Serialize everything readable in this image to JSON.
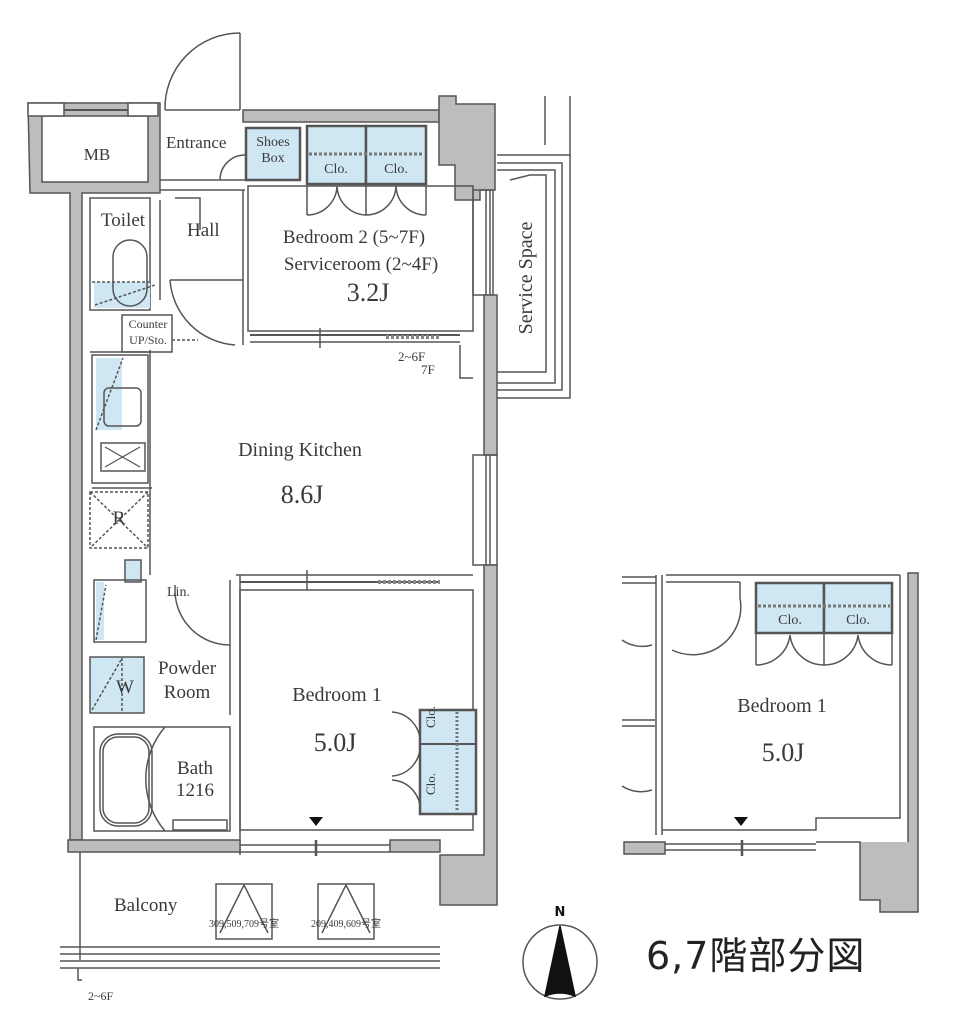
{
  "plan": {
    "title": "6,7階部分図",
    "compass_label": "N",
    "colors": {
      "wall_fill": "#bdbdbd",
      "line": "#555555",
      "storage_fill": "#cfe6f3",
      "background": "#ffffff"
    }
  },
  "rooms": {
    "mb": "MB",
    "entrance": "Entrance",
    "shoes_box_line1": "Shoes",
    "shoes_box_line2": "Box",
    "closet": "Clo.",
    "toilet": "Toilet",
    "hall": "Hall",
    "bedroom2_line1": "Bedroom 2 (5~7F)",
    "bedroom2_line2": "Serviceroom (2~4F)",
    "bedroom2_size": "3.2J",
    "service_space": "Service Space",
    "counter_line1": "Counter",
    "counter_line2": "UP/Sto.",
    "floor_note_2_6": "2~6F",
    "floor_note_7": "7F",
    "dining_kitchen": "Dining Kitchen",
    "dining_kitchen_size": "8.6J",
    "refrigerator": "R",
    "linen": "Lin.",
    "washer": "W",
    "powder_room_line1": "Powder",
    "powder_room_line2": "Room",
    "bath_line1": "Bath",
    "bath_line2": "1216",
    "bedroom1": "Bedroom 1",
    "bedroom1_size": "5.0J",
    "balcony": "Balcony",
    "ac_unit_a": "309,509,709号室",
    "ac_unit_b": "209,409,609号室",
    "balcony_floor_note": "2~6F"
  },
  "inset": {
    "bedroom1": "Bedroom 1",
    "bedroom1_size": "5.0J",
    "closet": "Clo."
  }
}
